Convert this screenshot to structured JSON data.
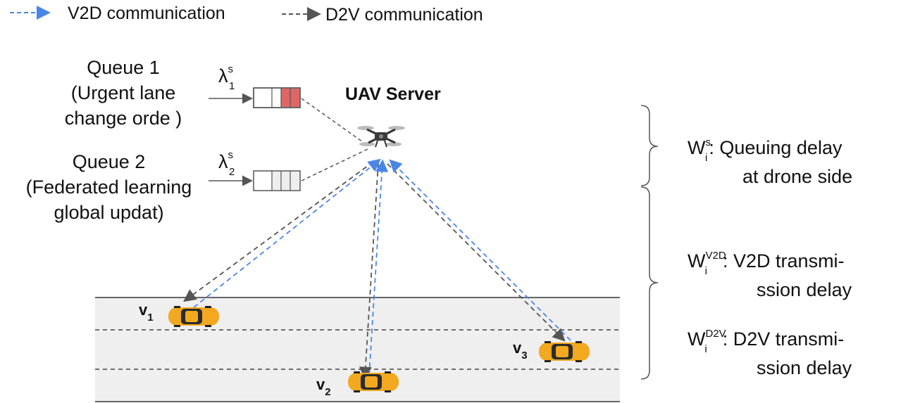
{
  "legend": {
    "v2d_label": "V2D communication",
    "d2v_label": "D2V communication",
    "v2d_color": "#4a86e8",
    "d2v_color": "#555555"
  },
  "queues": [
    {
      "title": "Queue 1",
      "desc_line1": "(Urgent lane",
      "desc_line2": "change orde )",
      "rate_symbol": "λ",
      "rate_sup": "s",
      "rate_sub": "1",
      "fill_color": "#e06666"
    },
    {
      "title": "Queue 2",
      "desc_line1": "(Federated learning",
      "desc_line2": "global updat)",
      "rate_symbol": "λ",
      "rate_sup": "s",
      "rate_sub": "2",
      "fill_color": "#eeeeee"
    }
  ],
  "server": {
    "label": "UAV Server",
    "icon": "drone-icon"
  },
  "vehicles": [
    {
      "letter": "v",
      "index": "1",
      "icon": "car-icon"
    },
    {
      "letter": "v",
      "index": "2",
      "icon": "car-icon"
    },
    {
      "letter": "v",
      "index": "3",
      "icon": "car-icon"
    }
  ],
  "delays": [
    {
      "symbol": "W",
      "sup": "s",
      "sub": "i",
      "line1": ": Queuing delay",
      "line2": "at drone side"
    },
    {
      "symbol": "W",
      "sup": "V2D",
      "sub": "i",
      "line1": ": V2D transmi-",
      "line2": "ssion delay"
    },
    {
      "symbol": "W",
      "sup": "D2V",
      "sub": "i",
      "line1": ": D2V transmi-",
      "line2": "ssion delay"
    }
  ],
  "colors": {
    "road": "#efefef",
    "road_edge": "#666666",
    "car_body": "#f2a91f",
    "queue_border": "#555555"
  }
}
